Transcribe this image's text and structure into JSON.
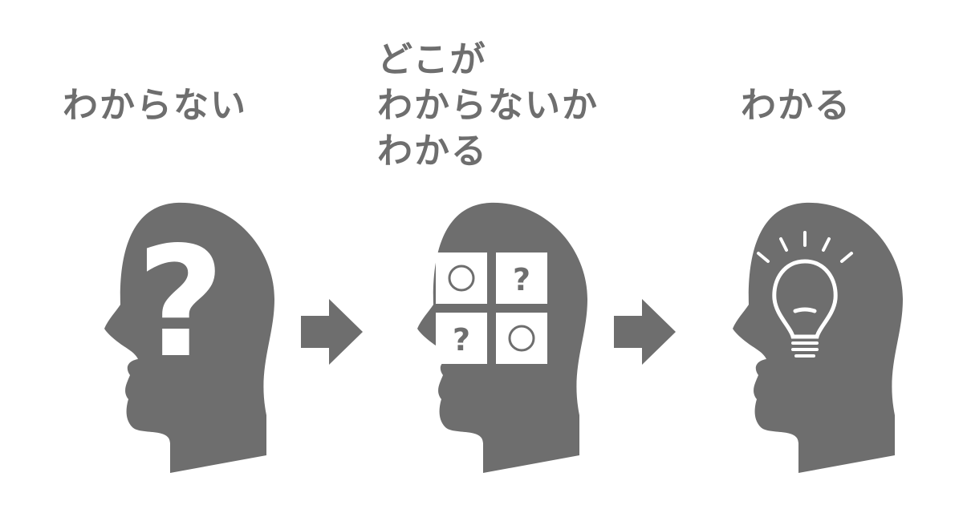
{
  "colors": {
    "head": "#6e6e6e",
    "arrow": "#6e6e6e",
    "text": "#6e6e6e",
    "symbol": "#ffffff",
    "background": "#ffffff"
  },
  "stages": [
    {
      "label_lines": [
        "わからない"
      ],
      "icon": "question-mark-icon",
      "symbol": "?"
    },
    {
      "label_lines": [
        "どこが",
        "わからないか",
        "わかる"
      ],
      "icon": "grid-icon",
      "cells": [
        "○",
        "?",
        "?",
        "○"
      ]
    },
    {
      "label_lines": [
        "わかる"
      ],
      "icon": "lightbulb-icon"
    }
  ],
  "arrows": [
    "arrow-right-icon",
    "arrow-right-icon"
  ]
}
